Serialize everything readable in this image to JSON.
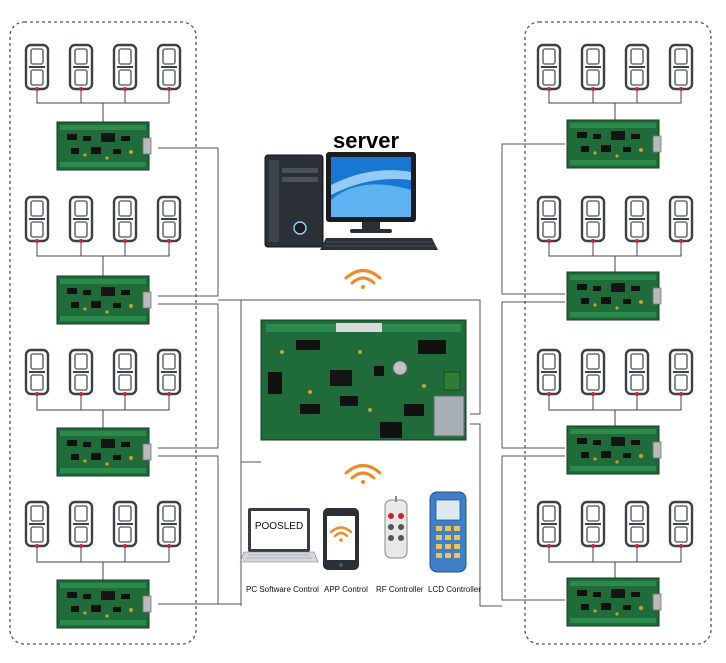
{
  "server": {
    "title": "server"
  },
  "pc_screen_text": "POOSLED",
  "controls": [
    {
      "label": "PC Software Control"
    },
    {
      "label": "APP Control"
    },
    {
      "label": "RF Controller"
    },
    {
      "label": "LCD Controller"
    }
  ],
  "digit_glyph": "8",
  "colors": {
    "board_green": "#1f6b3a",
    "board_dark": "#123f22",
    "digit_body": "#3c4148",
    "wifi_orange": "#f08a24",
    "phone_orange": "#f08a24",
    "lcd_blue": "#3f7fc8",
    "node_red": "#d2232a"
  }
}
